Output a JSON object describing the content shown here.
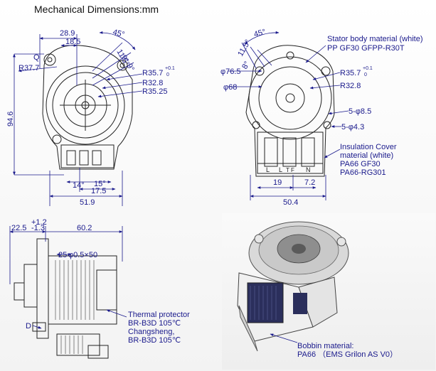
{
  "title": "Mechanical Dimensions:mm",
  "front_view": {
    "dim_28_9": "28.9",
    "dim_18_5": "18.5",
    "angle_45": "45°",
    "angle_11_5": "11.5°",
    "angle_9_a": "9°",
    "angle_9_b": "9°",
    "label_q": "Q",
    "r37_7": "R37.7",
    "r35_7": "R35.7",
    "r35_7_tol_plus": "+0.1",
    "r35_7_tol_zero": "0",
    "r32_8": "R32.8",
    "r35_25": "R35.25",
    "height_94_6": "94.6",
    "dim_14": "14°",
    "dim_15": "15°",
    "dim_17_5": "17.5",
    "dim_51_9": "51.9"
  },
  "rear_view": {
    "angle_45": "45°",
    "angle_11_5": "11.5°",
    "angle_8": "8°",
    "d76_5": "φ76.5",
    "d68": "φ68",
    "r35_7": "R35.7",
    "r35_7_tol_plus": "+0.1",
    "r35_7_tol_zero": "0",
    "r32_8": "R32.8",
    "hole_8_5": "5-φ8.5",
    "hole_4_3": "5-φ4.3",
    "dim_19": "19",
    "dim_7_2": "7.2",
    "dim_50_4": "50.4",
    "terminal_l1": "L",
    "terminal_l2": "L",
    "terminal_n": "N",
    "terminal_tf": "T F",
    "stator_note_1": "Stator body material (white)",
    "stator_note_2": "PP GF30 GFPP-R30T",
    "insulation_note_1": "Insulation Cover",
    "insulation_note_2": "material (white)",
    "insulation_note_3": "PA66 GF30",
    "insulation_note_4": "PA66-RG301"
  },
  "side_view": {
    "dim_1_2": "+1.2",
    "dim_22_5": "22.5",
    "dim_minus_1_3": "-1.3",
    "dim_60_2": "60.2",
    "dim_25": "25",
    "dim_0_5x50": "φ0.5×50",
    "label_d": "D",
    "thermal_1": "Thermal protector",
    "thermal_2": "BR-B3D 105℃",
    "thermal_3": "Changsheng,",
    "thermal_4": "BR-B3D 105℃"
  },
  "photo_view": {
    "bobbin_1": "Bobbin material:",
    "bobbin_2": "PA66 （EMS Grilon AS V0）"
  }
}
